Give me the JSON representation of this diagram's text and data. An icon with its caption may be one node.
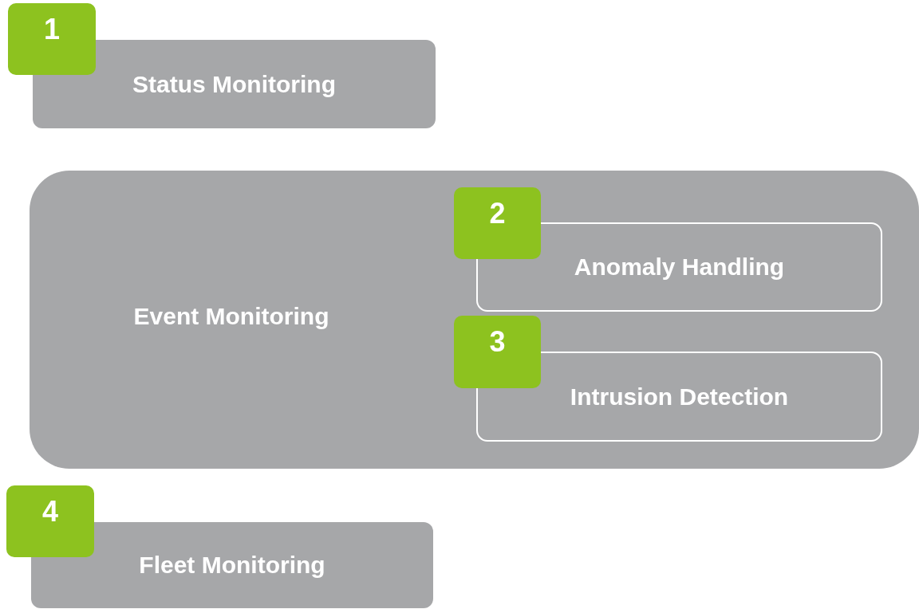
{
  "diagram": {
    "nodes": [
      {
        "text": [
          "1"
        ]
      },
      {
        "text": [
          "Status Monitoring"
        ]
      },
      {
        "text": [
          "Event Monitoring"
        ]
      },
      {
        "text": [
          "2"
        ],
        "in": 2
      },
      {
        "text": [
          "Anomaly Handling"
        ],
        "in": 2
      },
      {
        "text": [
          "3"
        ],
        "in": 2
      },
      {
        "text": [
          "Intrusion Detection"
        ],
        "in": 2
      },
      {
        "text": [
          "4"
        ]
      },
      {
        "text": [
          "Fleet Monitoring"
        ]
      }
    ]
  }
}
